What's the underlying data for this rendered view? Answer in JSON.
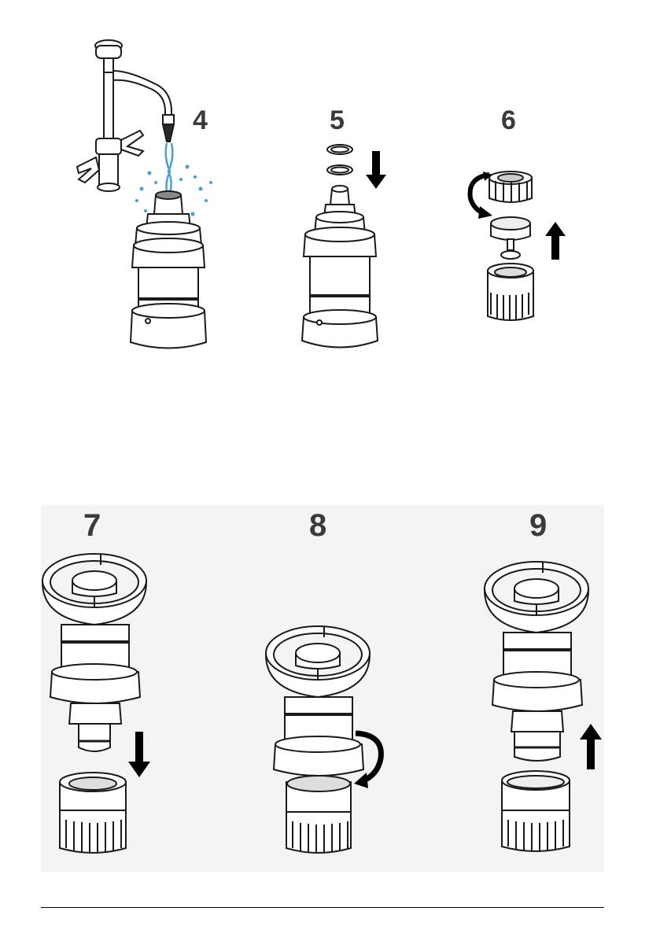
{
  "steps": [
    {
      "number": "4",
      "illustration": "rinse-sensor-under-tap"
    },
    {
      "number": "5",
      "illustration": "remove-o-rings"
    },
    {
      "number": "6",
      "illustration": "disassemble-cap-and-gasket"
    },
    {
      "number": "7",
      "illustration": "remove-guard-from-sensor"
    },
    {
      "number": "8",
      "illustration": "turn-sensor-into-guard"
    },
    {
      "number": "9",
      "illustration": "push-sensor-into-guard"
    }
  ],
  "colors": {
    "line": "#1a1a1a",
    "fill": "#ffffff",
    "shade": "#e6e6e6",
    "water": "#4a9fd8",
    "arrow": "#000000",
    "panel": "#f4f4f4"
  }
}
